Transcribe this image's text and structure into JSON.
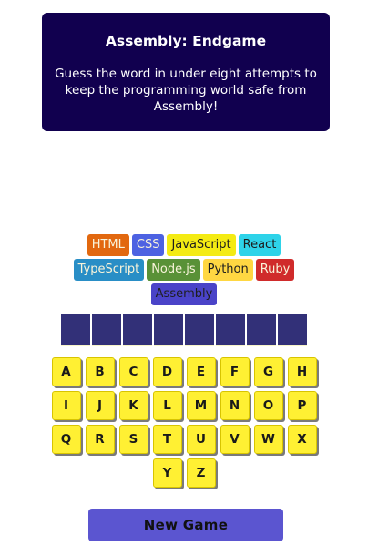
{
  "header": {
    "title": "Assembly: Endgame",
    "description": "Guess the word in under eight attempts to keep the programming world safe from Assembly!"
  },
  "languages": [
    {
      "name": "HTML",
      "bg": "#e2680f",
      "fg": "#f9f4da"
    },
    {
      "name": "CSS",
      "bg": "#4d62e2",
      "fg": "#f9f4da"
    },
    {
      "name": "JavaScript",
      "bg": "#f4eb13",
      "fg": "#1e1e1e"
    },
    {
      "name": "React",
      "bg": "#2ed3e9",
      "fg": "#1e1e1e"
    },
    {
      "name": "TypeScript",
      "bg": "#298ec6",
      "fg": "#f9f4da"
    },
    {
      "name": "Node.js",
      "bg": "#599137",
      "fg": "#f9f4da"
    },
    {
      "name": "Python",
      "bg": "#ffd742",
      "fg": "#1e1e1e"
    },
    {
      "name": "Ruby",
      "bg": "#d02b2b",
      "fg": "#f9f4da"
    },
    {
      "name": "Assembly",
      "bg": "#4a43c8",
      "fg": "#1e1e1e"
    }
  ],
  "word_slots": [
    "",
    "",
    "",
    "",
    "",
    "",
    "",
    ""
  ],
  "keyboard": {
    "rows": [
      [
        "A",
        "B",
        "C",
        "D",
        "E",
        "F",
        "G",
        "H"
      ],
      [
        "I",
        "J",
        "K",
        "L",
        "M",
        "N",
        "O",
        "P"
      ],
      [
        "Q",
        "R",
        "S",
        "T",
        "U",
        "V",
        "W",
        "X"
      ],
      [
        "Y",
        "Z"
      ]
    ]
  },
  "new_game_label": "New Game",
  "colors": {
    "header_bg": "#11004f",
    "slot_bg": "#323078",
    "key_bg": "#fff033",
    "button_bg": "#5b55d0"
  }
}
